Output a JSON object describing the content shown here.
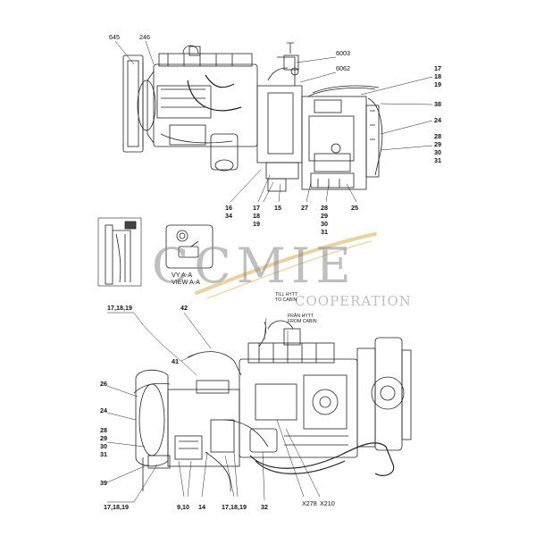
{
  "top_view": {
    "labels": {
      "l645": "645",
      "l246": "246",
      "l6003": "6003",
      "l6062": "6062",
      "l17": "17",
      "l18": "18",
      "l19": "19",
      "l38": "38",
      "l24": "24",
      "l28": "28",
      "l29": "29",
      "l30": "30",
      "l31": "31",
      "l16": "16",
      "l34": "34",
      "b17": "17",
      "b18": "18",
      "b19": "19",
      "b15": "15",
      "b27": "27",
      "b28": "28",
      "b29": "29",
      "b30": "30",
      "b31": "31",
      "b25": "25"
    }
  },
  "detail_view": {
    "caption_sv": "VY A-A",
    "caption_en": "VIEW A-A"
  },
  "watermark": {
    "brand": "CCMIE",
    "tagline": "COOPERATION"
  },
  "side_view": {
    "labels": {
      "l17_18_19_top": "17,18,19",
      "l42": "42",
      "l41": "41",
      "l26": "26",
      "l24": "24",
      "l28": "28",
      "l29": "29",
      "l30": "30",
      "l31": "31",
      "l39": "39",
      "l17_18_19_bl": "17,18,19",
      "l9_10": "9,10",
      "l14": "14",
      "l17_18_19_b": "17,18,19",
      "l32": "32",
      "x278": "X278",
      "x210": "X210"
    },
    "notes": {
      "till_hytt_1": "TILL HYTT",
      "till_hytt_2": "TO CABIN",
      "fran_hytt_1": "FRÅN HYTT",
      "fran_hytt_2": "FROM CABIN"
    }
  },
  "colors": {
    "line": "#222222",
    "watermark": "#8a8a8a",
    "swoosh": "#e3c78a"
  }
}
